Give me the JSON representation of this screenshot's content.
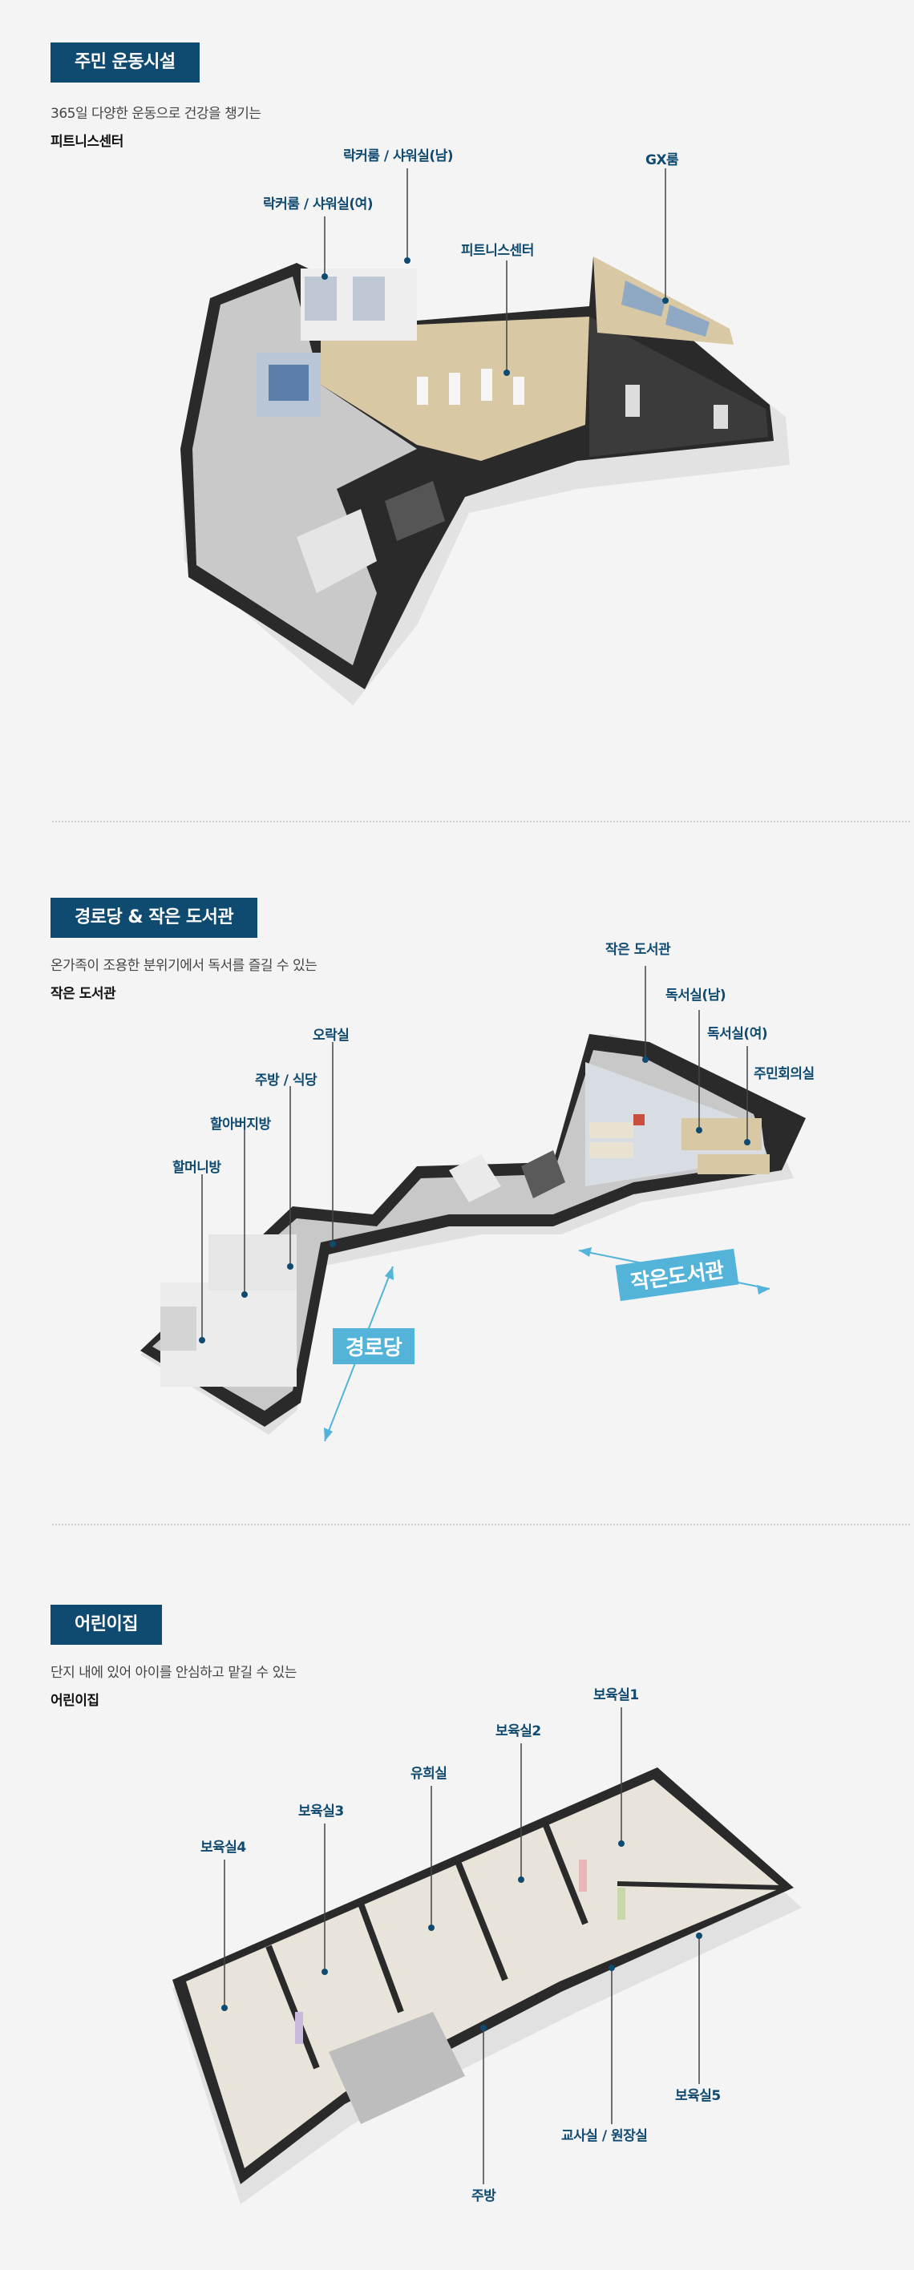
{
  "sections": [
    {
      "title": "주민 운동시설",
      "description": "365일 다양한 운동으로 건강을 챙기는",
      "subtitle": "피트니스센터",
      "labels": [
        "락커룸 / 샤워실(남)",
        "GX룸",
        "락커룸 / 샤워실(여)",
        "피트니스센터"
      ]
    },
    {
      "title": "경로당 & 작은 도서관",
      "description": "온가족이 조용한 분위기에서 독서를 즐길 수 있는",
      "subtitle": "작은 도서관",
      "labels": [
        "작은 도서관",
        "독서실(남)",
        "독서실(여)",
        "주민회의실",
        "오락실",
        "주방 / 식당",
        "할아버지방",
        "할머니방"
      ],
      "zones": [
        "작은도서관",
        "경로당"
      ]
    },
    {
      "title": "어린이집",
      "description": "단지 내에 있어 아이를 안심하고 맡길 수 있는",
      "subtitle": "어린이집",
      "labels": [
        "보육실1",
        "보육실2",
        "유희실",
        "보육실3",
        "보육실4",
        "보육실5",
        "교사실 / 원장실",
        "주방"
      ]
    }
  ],
  "colors": {
    "brand": "#0f4a70",
    "accent": "#53b3d9",
    "background": "#f4f4f4"
  }
}
